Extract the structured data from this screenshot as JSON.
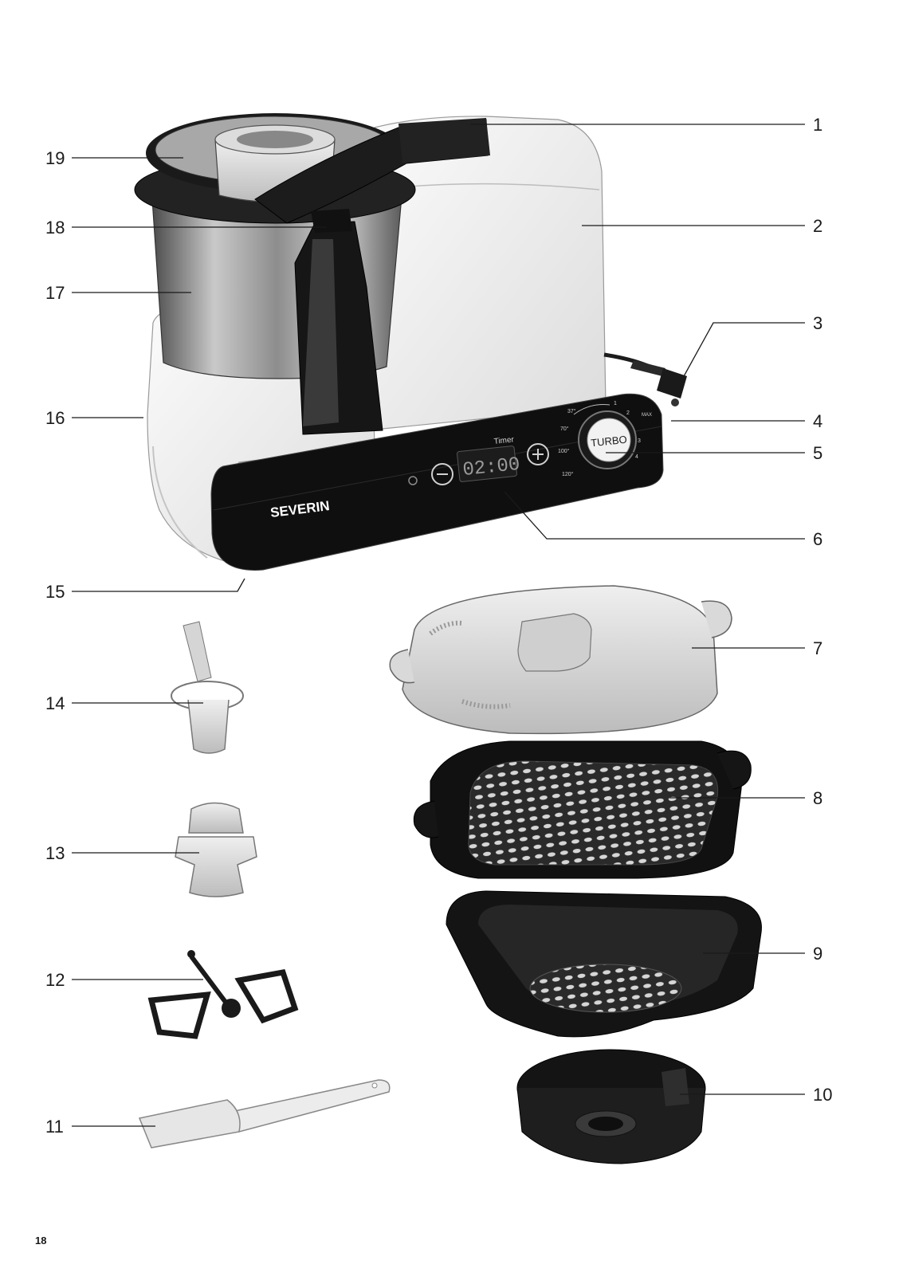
{
  "page_number": "18",
  "device": {
    "brand_label": "SEVERIN",
    "timer_label": "Timer",
    "display_value": "02:00",
    "dial_center_label": "TURBO",
    "dial_marks": [
      "37°",
      "70°",
      "100°",
      "120°",
      "1",
      "2",
      "3",
      "4",
      "MAX"
    ]
  },
  "callouts": [
    "1",
    "2",
    "3",
    "4",
    "5",
    "6",
    "7",
    "8",
    "9",
    "10",
    "11",
    "12",
    "13",
    "14",
    "15",
    "16",
    "17",
    "18",
    "19"
  ]
}
